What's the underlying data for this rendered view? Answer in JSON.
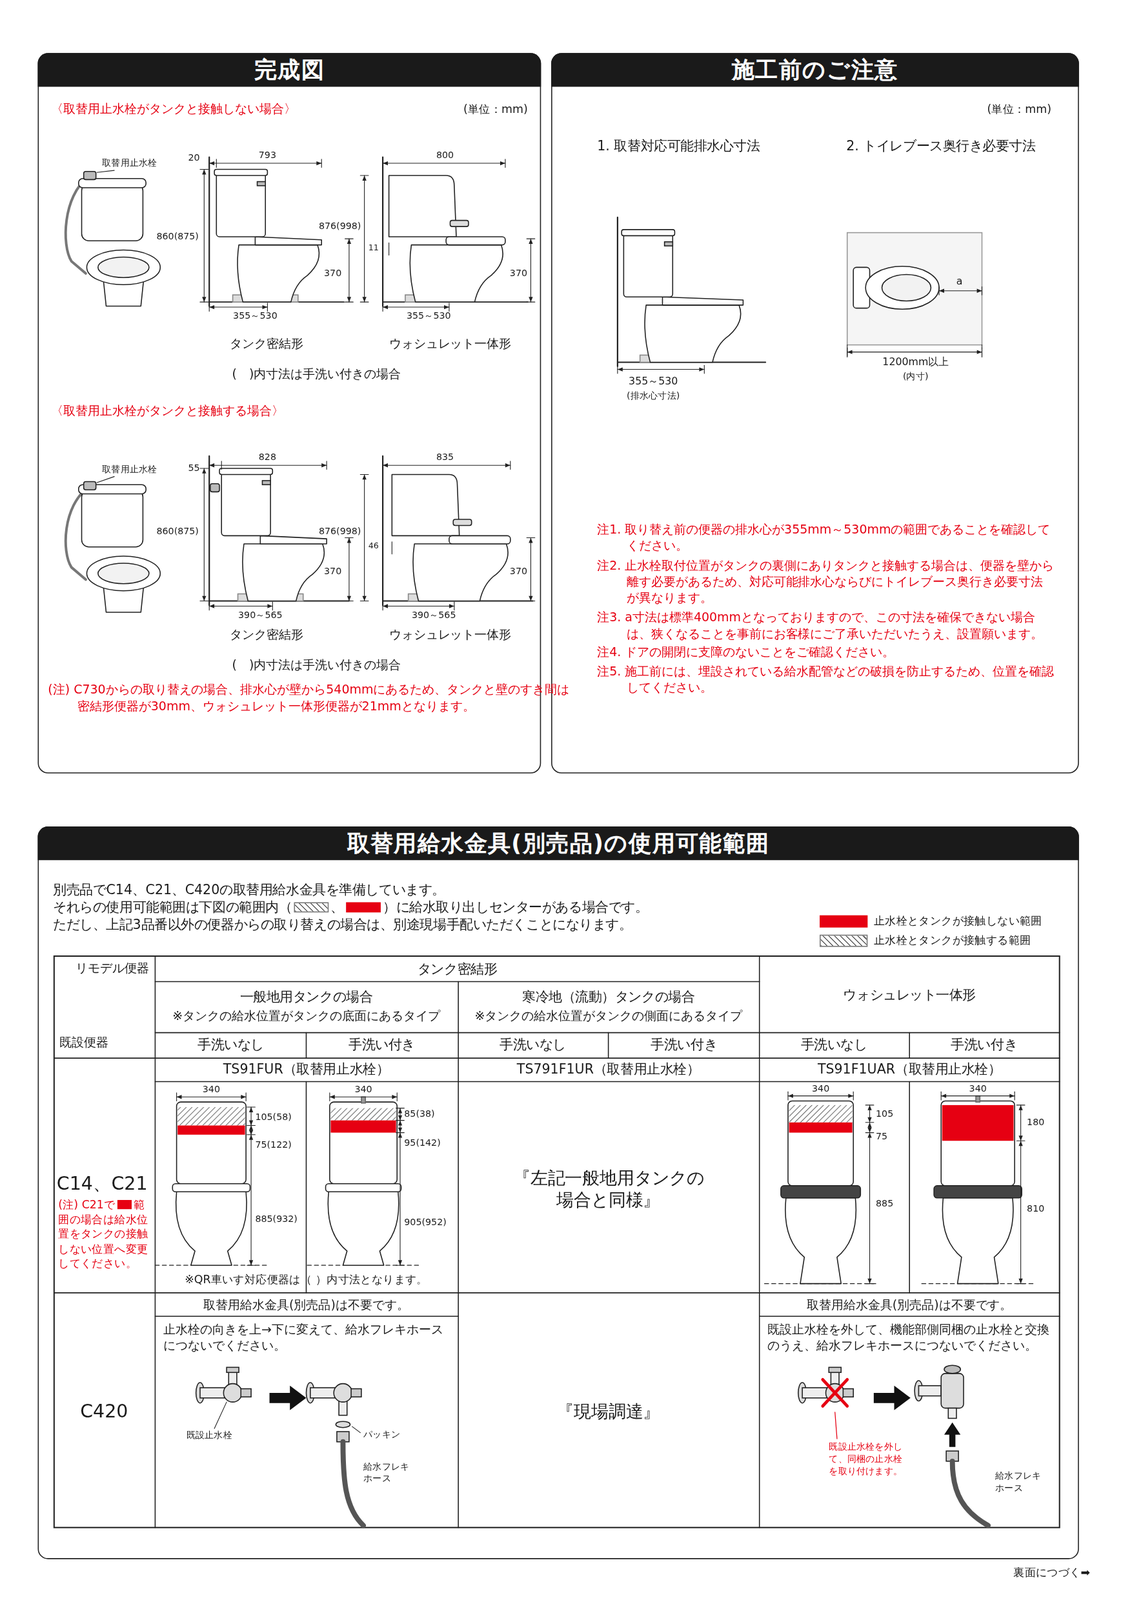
{
  "diagram": {
    "nodes": [
      {
        "text": [
          "完成図"
        ]
      },
      {
        "text": [
          "施工前のご注意"
        ]
      },
      {
        "text": [
          "取替用給水金具(別売品)の使用可能範囲"
        ]
      }
    ],
    "labels": [
      "〈取替用止水栓がタンクと接触しない場合〉",
      "(単位：mm)",
      "取替用止水栓",
      "20",
      "793",
      "800",
      "860(875)",
      "876(998)",
      "11",
      "370",
      "370",
      "355～530",
      "355～530",
      "タンク密結形",
      "ウォシュレット一体形",
      "(　)内寸法は手洗い付きの場合",
      "〈取替用止水栓がタンクと接触する場合〉",
      "取替用止水栓",
      "55",
      "828",
      "835",
      "860(875)",
      "876(998)",
      "46",
      "370",
      "370",
      "390～565",
      "390～565",
      "タンク密結形",
      "ウォシュレット一体形",
      "(　)内寸法は手洗い付きの場合",
      "(注) C730からの取り替えの場合、排水心が壁から540mmにあるため、タンクと壁のすき間は密結形便器が30mm、ウォシュレット一体形便器が21mmとなります。",
      "(単位：mm)",
      "1. 取替対応可能排水心寸法",
      "2. トイレブース奥行き必要寸法",
      "355～530",
      "(排水心寸法)",
      "a",
      "1200mm以上",
      "(内寸)",
      "注1. 取り替え前の便器の排水心が355mm～530mmの範囲であることを確認してください。",
      "注2. 止水栓取付位置がタンクの裏側にありタンクと接触する場合は、便器を壁から離す必要があるため、対応可能排水心ならびにトイレブース奥行き必要寸法が異なります。",
      "注3. a寸法は標準400mmとなっておりますので、この寸法を確保できない場合は、狭くなることを事前にお客様にご了承いただいたうえ、設置願います。",
      "注4. ドアの開閉に支障のないことをご確認ください。",
      "注5. 施工前には、埋設されている給水配管などの破損を防止するため、位置を確認してください。",
      "別売品でC14、C21、C420の取替用給水金具を準備しています。",
      "それらの使用可能範囲は下図の範囲内（",
      "、",
      "）に給水取り出しセンターがある場合です。",
      "ただし、上記3品番以外の便器からの取り替えの場合は、別途現場手配いただくことになります。",
      "リモデル便器",
      "既設便器",
      "タンク密結形",
      "一般地用タンクの場合",
      "※タンクの給水位置がタンクの底面にあるタイプ",
      "寒冷地（流動）タンクの場合",
      "※タンクの給水位置がタンクの側面にあるタイプ",
      "ウォシュレット一体形",
      "手洗いなし",
      "手洗い付き",
      "手洗いなし",
      "手洗い付き",
      "手洗いなし",
      "手洗い付き",
      "TS91FUR（取替用止水栓）",
      "TS791F1UR（取替用止水栓）",
      "TS91F1UAR（取替用止水栓）",
      "C14、C21",
      "(注) C21で",
      "範囲の場合は給水位置をタンクの接触しない位置へ変更してください。",
      "340",
      "105(58)",
      "75(122)",
      "885(932)",
      "340",
      "85(38)",
      "95(142)",
      "905(952)",
      "※QR車いす対応便器は（ ）内寸法となります。",
      "『左記一般地用タンクの場合と同様』",
      "340",
      "105",
      "75",
      "885",
      "340",
      "180",
      "810",
      "C420",
      "取替用給水金具(別売品)は不要です。",
      "止水栓の向きを上→下に変えて、給水フレキホースにつないでください。",
      "既設止水栓",
      "パッキン",
      "給水フレキホース",
      "『現場調達』",
      "取替用給水金具(別売品)は不要です。",
      "既設止水栓を外して、機能部側同梱の止水栓と交換のうえ、給水フレキホースにつないでください。",
      "既設止水栓を外して、同梱の止水栓を取り付けます。",
      "給水フレキホース",
      "裏面につづく➡"
    ],
    "legend": [
      {
        "text": "止水栓とタンクが接触しない範囲",
        "color": "#e60012"
      },
      {
        "text": "止水栓とタンクが接触する範囲"
      }
    ]
  }
}
